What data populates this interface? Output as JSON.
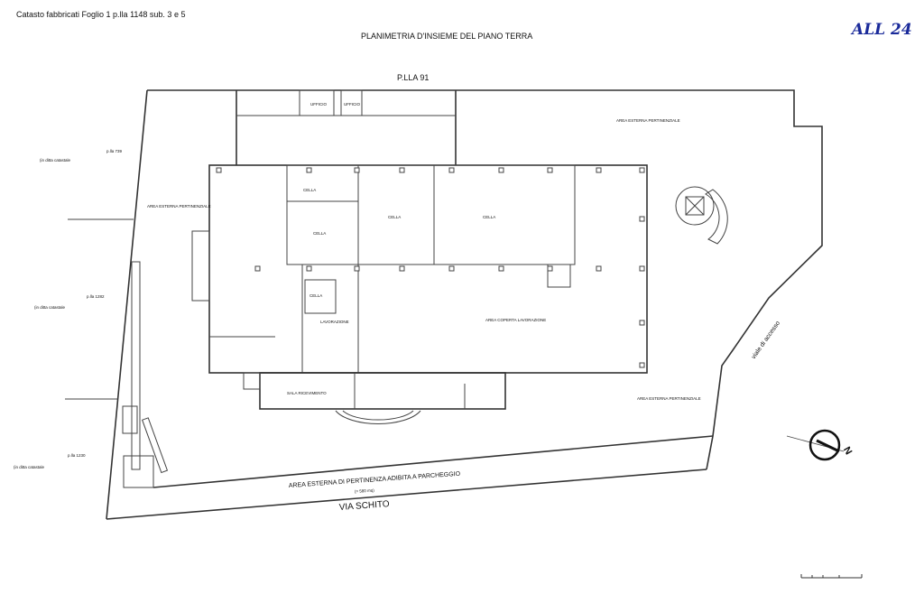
{
  "header": {
    "cadastre": "Catasto fabbricati Foglio 1 p.lla 1148 sub. 3 e 5",
    "title": "PLANIMETRIA D'INSIEME DEL PIANO TERRA",
    "annotation": "ALL 24",
    "annotation_color": "#1a2a9a"
  },
  "plan": {
    "north_parcel": "P.LLA 91",
    "left_parcels": [
      {
        "parcel": "p.lla 739",
        "owner": "(in ditta catastale"
      },
      {
        "parcel": "p.lla 1282",
        "owner": "(in ditta catastale"
      },
      {
        "parcel": "p.lla 1230",
        "owner": "(in ditta catastale"
      }
    ],
    "areas": {
      "north_east": "AREA ESTERNA PERTINENZIALE",
      "south_east": "AREA ESTERNA PERTINENZIALE",
      "west": "AREA ESTERNA PERTINENZIALE",
      "parking": "AREA ESTERNA DI PERTINENZA ADIBITA A PARCHEGGIO",
      "parking_size": "(= 580 mq)",
      "access_road": "viale di accesso",
      "street": "VIA SCHITO"
    },
    "rooms": {
      "office_1": "UFFICIO",
      "office_2": "UFFICIO",
      "cell_1": "CELLA",
      "cell_2": "CELLA",
      "cell_3": "CELLA",
      "cell_4": "CELLA",
      "cell_5": "CELLA",
      "lab": "LAVORAZIONE",
      "reception": "SALA RICEVIMENTO",
      "main_hall": "AREA COPERTA LAVORAZIONE"
    },
    "north_symbol": "N"
  }
}
